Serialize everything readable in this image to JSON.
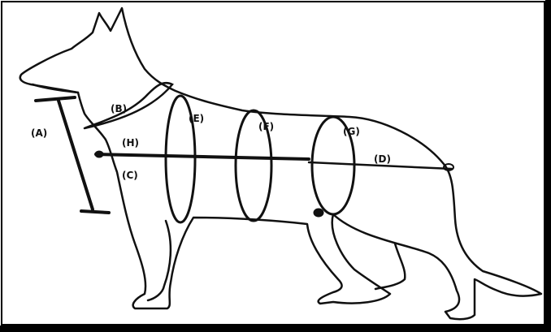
{
  "labels": {
    "A": "(A)",
    "B": "(B)",
    "C": "(C)",
    "D": "(D)",
    "E": "(E)",
    "F": "(F)",
    "G": "(G)",
    "H": "(H)"
  },
  "colors": {
    "ink": "#111111",
    "background": "#ffffff",
    "border": "#000000"
  }
}
